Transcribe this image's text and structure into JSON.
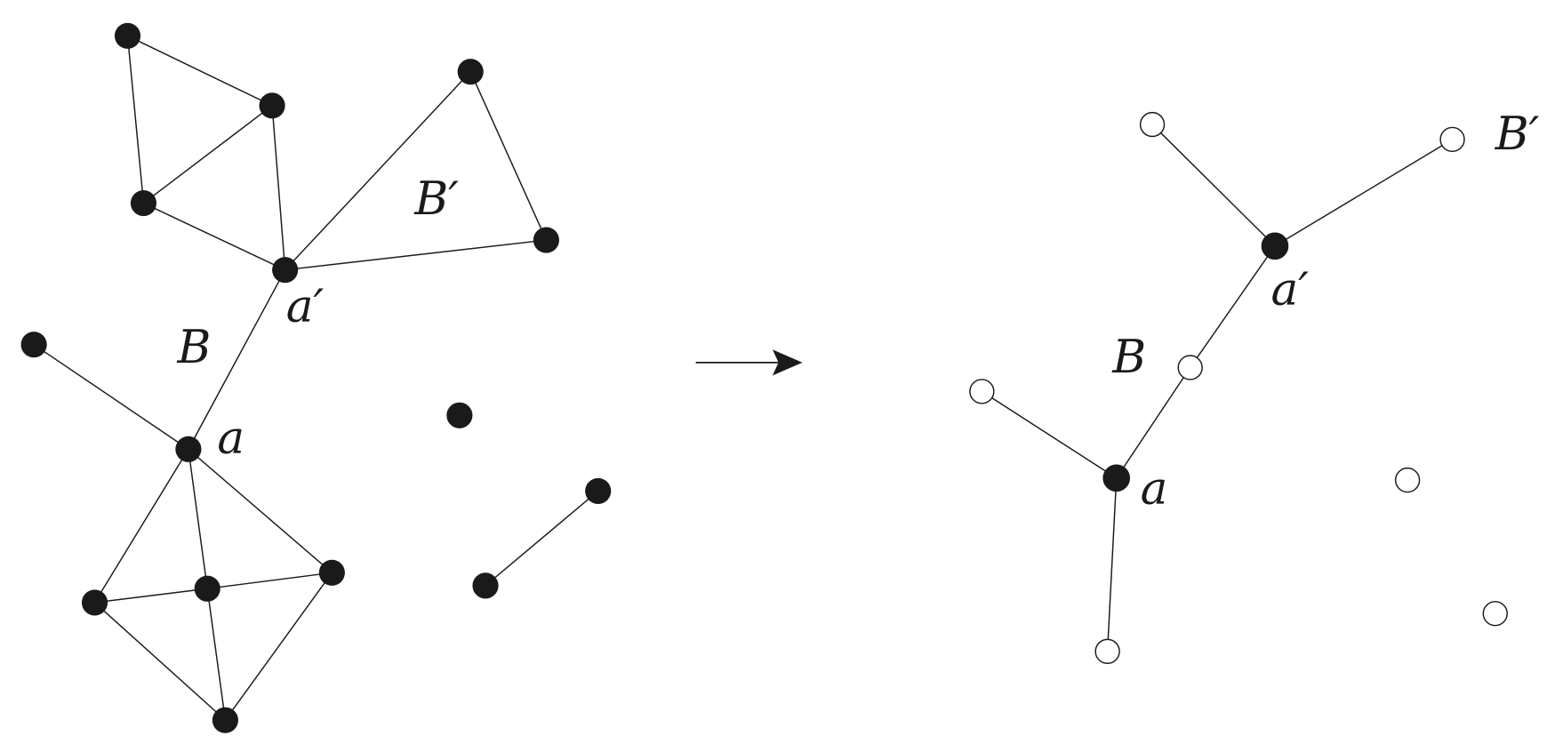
{
  "left_graph": {
    "labels": {
      "block_prime": "B′",
      "cut_prime": "a′",
      "block": "B",
      "cut": "a"
    }
  },
  "right_tree": {
    "labels": {
      "block_prime": "B′",
      "cut_prime": "a′",
      "block": "B",
      "cut": "a"
    }
  },
  "colors": {
    "ink": "#1a1a1a",
    "open_fill": "#ffffff"
  }
}
